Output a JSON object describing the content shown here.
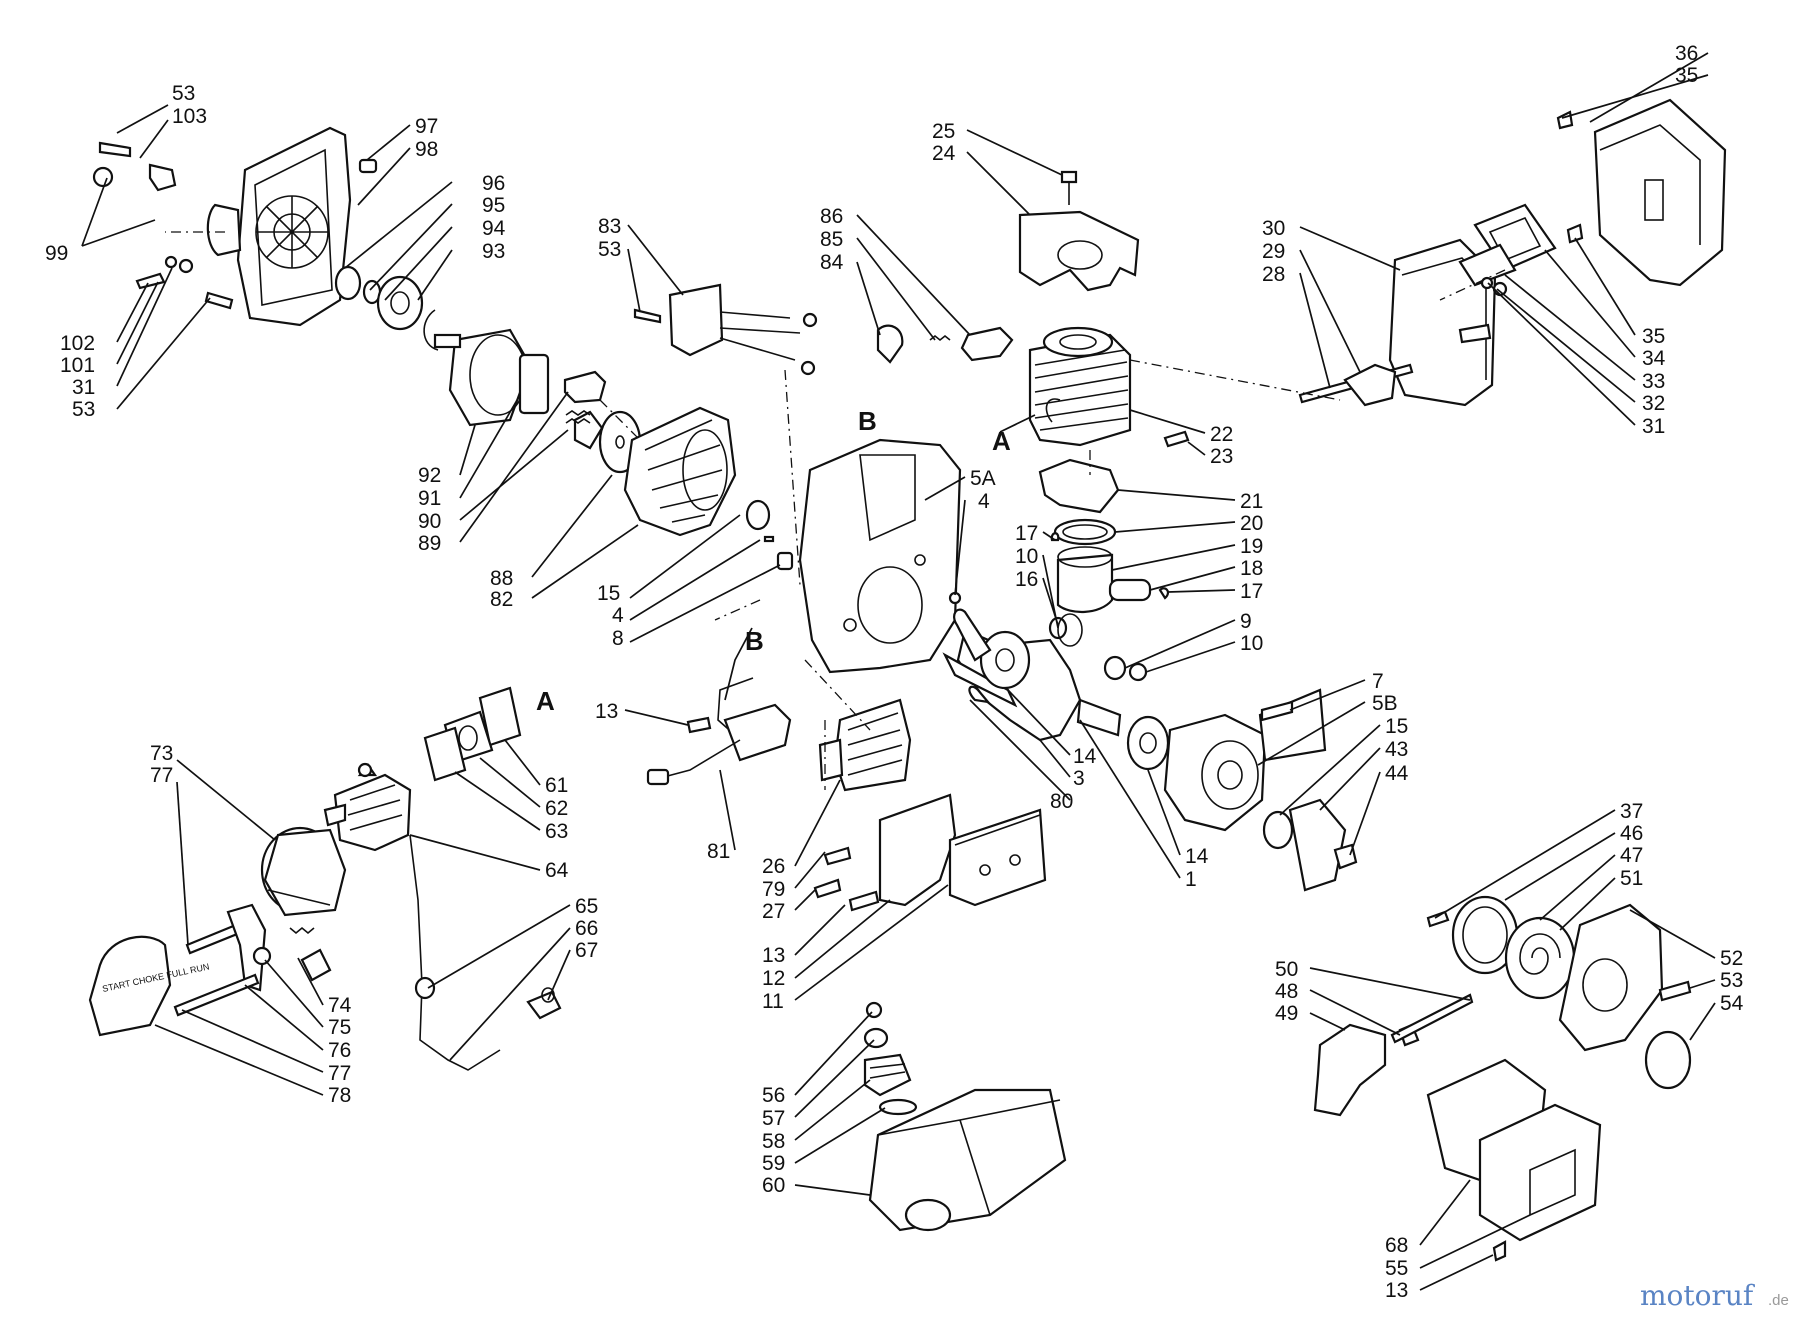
{
  "diagram": {
    "callouts": {
      "l53a": "53",
      "l103": "103",
      "l99": "99",
      "l102": "102",
      "l101": "101",
      "l31a": "31",
      "l53b": "53",
      "l97": "97",
      "l98": "98",
      "l96": "96",
      "l95": "95",
      "l94": "94",
      "l93": "93",
      "l92": "92",
      "l91": "91",
      "l90": "90",
      "l89": "89",
      "l88": "88",
      "l82": "82",
      "l15a": "15",
      "l4a": "4",
      "l8": "8",
      "l83": "83",
      "l53c": "53",
      "l86": "86",
      "l85": "85",
      "l84": "84",
      "l25": "25",
      "l24": "24",
      "l36": "36",
      "l35a": "35",
      "l30": "30",
      "l29": "29",
      "l28": "28",
      "l35b": "35",
      "l34": "34",
      "l33": "33",
      "l32": "32",
      "l31b": "31",
      "l22": "22",
      "l23": "23",
      "l5A": "5A",
      "l4b": "4",
      "l21": "21",
      "l20": "20",
      "l17a": "17",
      "l10a": "10",
      "l19": "19",
      "l18": "18",
      "l17b": "17",
      "l16": "16",
      "l9": "9",
      "l10b": "10",
      "l7": "7",
      "l5B": "5B",
      "l15b": "15",
      "l43": "43",
      "l44": "44",
      "l13a": "13",
      "l14a": "14",
      "l3": "3",
      "l80": "80",
      "l14b": "14",
      "l1": "1",
      "l81": "81",
      "l26": "26",
      "l79": "79",
      "l27": "27",
      "l13b": "13",
      "l12": "12",
      "l11": "11",
      "l61": "61",
      "l62": "62",
      "l63": "63",
      "l64": "64",
      "l73": "73",
      "l77a": "77",
      "l74": "74",
      "l75": "75",
      "l76": "76",
      "l77b": "77",
      "l78": "78",
      "l65": "65",
      "l66": "66",
      "l67": "67",
      "l56": "56",
      "l57": "57",
      "l58": "58",
      "l59": "59",
      "l60": "60",
      "l37": "37",
      "l46": "46",
      "l47": "47",
      "l51": "51",
      "l52": "52",
      "l53d": "53",
      "l54": "54",
      "l50": "50",
      "l48": "48",
      "l49": "49",
      "l68": "68",
      "l55": "55",
      "l13c": "13"
    },
    "section_markers": {
      "a1": "A",
      "a2": "A",
      "b1": "B",
      "b2": "B"
    },
    "decal_text": "START CHOKE FULL RUN"
  },
  "watermark": {
    "brand": "motoruf",
    "suffix": ".de"
  },
  "colors": {
    "ink": "#111111",
    "watermark": "#5a84c4"
  }
}
